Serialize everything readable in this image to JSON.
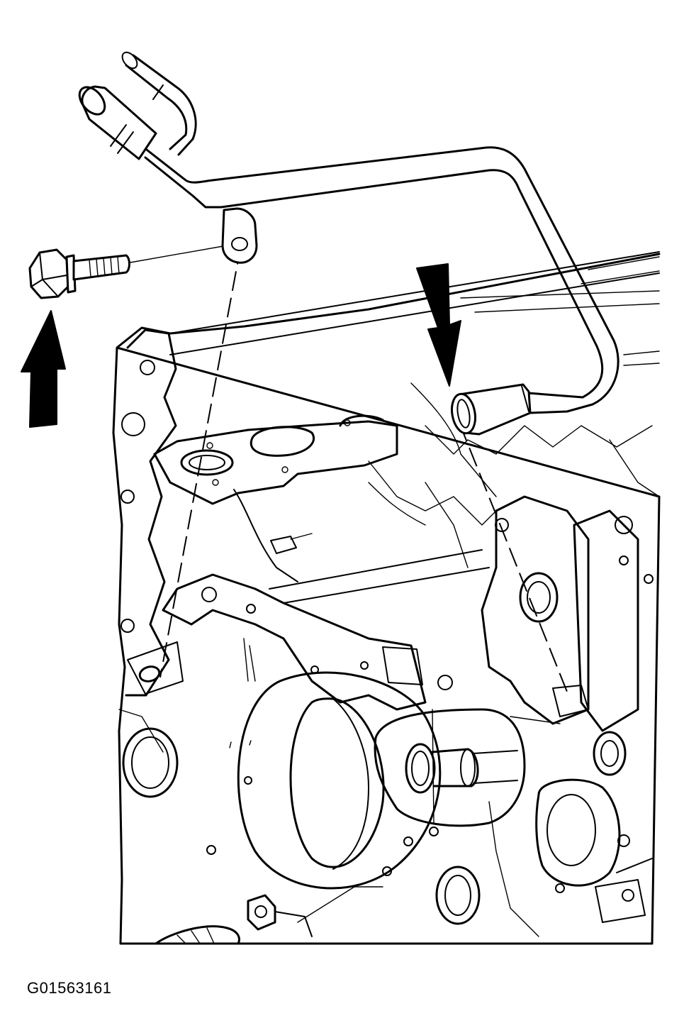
{
  "figure": {
    "id_label": "G01563161",
    "components": [
      "heater-pipe",
      "mounting-bolt",
      "engine-block",
      "arrow-up",
      "arrow-down"
    ]
  }
}
